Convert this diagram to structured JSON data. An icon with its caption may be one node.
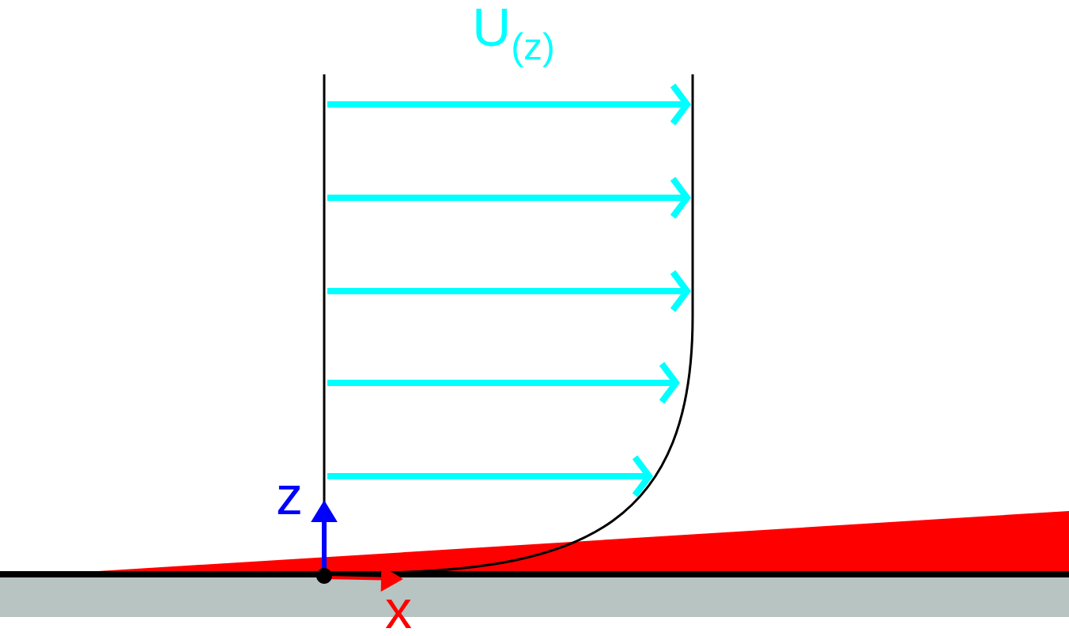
{
  "diagram": {
    "labels": [
      "U$_{(z)}$",
      "z",
      "x"
    ]
  }
}
